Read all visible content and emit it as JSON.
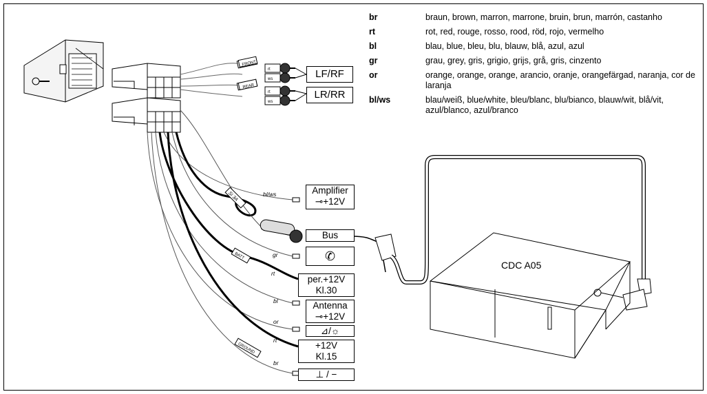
{
  "legend": [
    {
      "code": "br",
      "text": "braun, brown, marron, marrone, bruin, brun, marrón, castanho"
    },
    {
      "code": "rt",
      "text": "rot, red, rouge, rosso, rood, röd, rojo, vermelho"
    },
    {
      "code": "bl",
      "text": "blau, blue, bleu, blu, blauw, blå, azul, azul"
    },
    {
      "code": "gr",
      "text": "grau, grey, gris, grigio, grijs, grå, gris, cinzento"
    },
    {
      "code": "or",
      "text": "orange, orange, orange, arancio, oranje, orangefärgad, naranja, cor de laranja"
    },
    {
      "code": "bl/ws",
      "text": "blau/weiß, blue/white, bleu/blanc, blu/bianco, blauw/wit, blå/vit, azul/blanco, azul/branco"
    }
  ],
  "boxes": {
    "lf_rf": "LF/RF",
    "lr_rr": "LR/RR",
    "amplifier_line1": "Amplifier",
    "amplifier_line2": "+12V",
    "bus": "Bus",
    "per12v_line1": "per.+12V",
    "per12v_line2": "Kl.30",
    "antenna_line1": "Antenna",
    "antenna_line2": "+12V",
    "ign_line1": "+12V",
    "ign_line2": "Kl.15"
  },
  "wire_labels": {
    "blws": "bl/ws",
    "gr": "gr",
    "rt1": "rt",
    "bl": "bl",
    "or": "or",
    "rt2": "rt",
    "br": "br"
  },
  "part_labels": {
    "front": "FRONT",
    "rear": "REAR",
    "rt_front": "rt",
    "ws_front": "ws",
    "rt_rear": "rt",
    "ws_rear": "ws",
    "fuse": "Si 3A",
    "batt": "BATT",
    "ground": "GROUND"
  },
  "cdc_label": "CDC A05"
}
